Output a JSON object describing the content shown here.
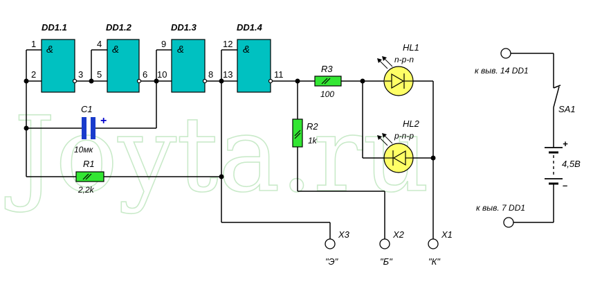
{
  "watermark": "Joyta.ru",
  "colors": {
    "gate_fill": "#00c1c1",
    "resistor_fill": "#33e633",
    "capacitor_fill": "#1a3ccc",
    "led_fill": "#ffff66",
    "wire": "#000000"
  },
  "gates": [
    {
      "name": "DD1.1",
      "symbol": "&",
      "pin_in_top": "1",
      "pin_in_bottom": "2",
      "pin_out": "3"
    },
    {
      "name": "DD1.2",
      "symbol": "&",
      "pin_in_top": "4",
      "pin_in_bottom": "5",
      "pin_out": "6"
    },
    {
      "name": "DD1.3",
      "symbol": "&",
      "pin_in_top": "9",
      "pin_in_bottom": "10",
      "pin_out": "8"
    },
    {
      "name": "DD1.4",
      "symbol": "&",
      "pin_in_top": "12",
      "pin_in_bottom": "13",
      "pin_out": "11"
    }
  ],
  "components": {
    "c1": {
      "ref": "C1",
      "value": "10мк",
      "polarity": "+"
    },
    "r1": {
      "ref": "R1",
      "value": "2,2k"
    },
    "r2": {
      "ref": "R2",
      "value": "1k"
    },
    "r3": {
      "ref": "R3",
      "value": "100"
    },
    "hl1": {
      "ref": "HL1",
      "type": "n-p-n"
    },
    "hl2": {
      "ref": "HL2",
      "type": "p-n-p"
    },
    "sa1": {
      "ref": "SA1"
    },
    "battery": {
      "value": "4,5В",
      "plus": "+",
      "minus": "–"
    }
  },
  "power": {
    "top_label": "к выв. 14  DD1",
    "bottom_label": "к выв. 7  DD1"
  },
  "terminals": [
    {
      "ref": "X3",
      "label": "\"Э\""
    },
    {
      "ref": "X2",
      "label": "\"Б\""
    },
    {
      "ref": "X1",
      "label": "\"К\""
    }
  ]
}
